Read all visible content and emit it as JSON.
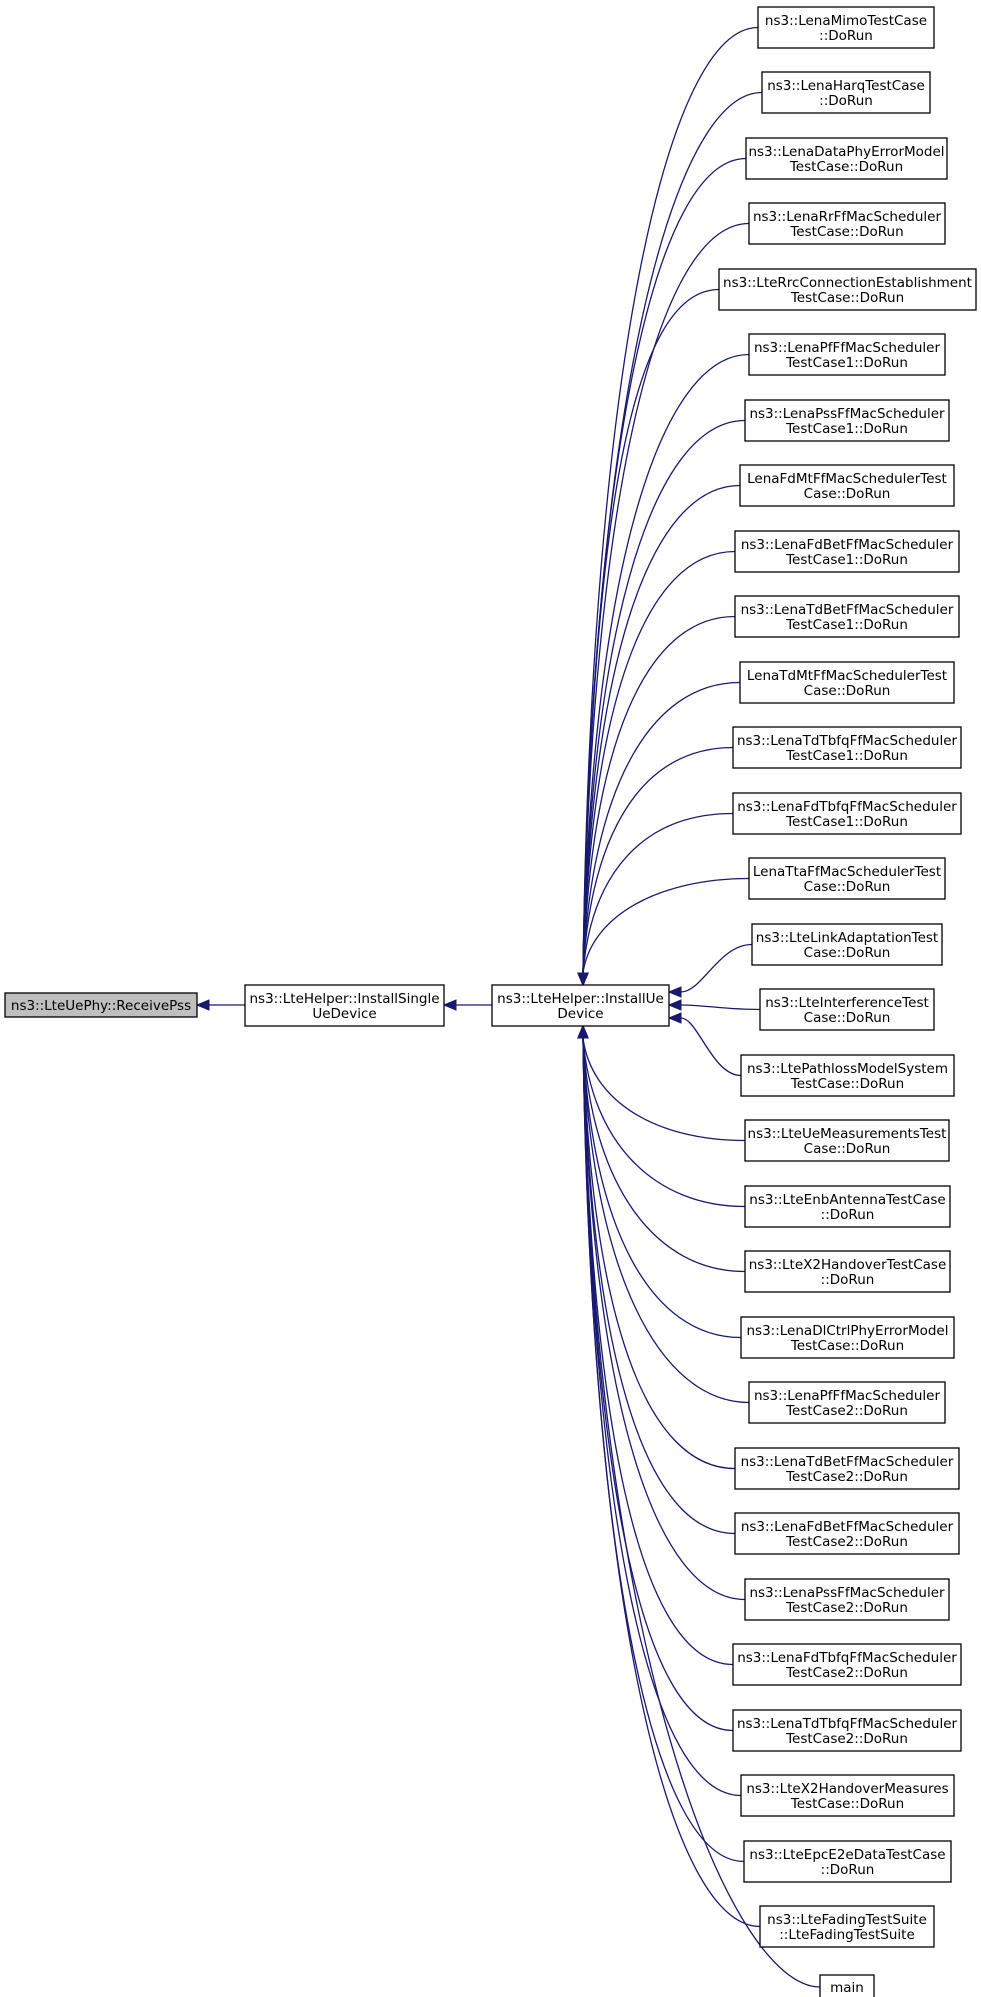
{
  "diagram": {
    "focus": {
      "id": "receive_pss",
      "lines": [
        "ns3::LteUePhy::ReceivePss"
      ]
    },
    "install_single": {
      "id": "install_single",
      "lines": [
        "ns3::LteHelper::InstallSingle",
        "UeDevice"
      ]
    },
    "install_ue": {
      "id": "install_ue",
      "lines": [
        "ns3::LteHelper::InstallUe",
        "Device"
      ]
    },
    "callers": [
      {
        "id": "c01",
        "lines": [
          "ns3::LenaMimoTestCase",
          "::DoRun"
        ]
      },
      {
        "id": "c02",
        "lines": [
          "ns3::LenaHarqTestCase",
          "::DoRun"
        ]
      },
      {
        "id": "c03",
        "lines": [
          "ns3::LenaDataPhyErrorModel",
          "TestCase::DoRun"
        ]
      },
      {
        "id": "c04",
        "lines": [
          "ns3::LenaRrFfMacScheduler",
          "TestCase::DoRun"
        ]
      },
      {
        "id": "c05",
        "lines": [
          "ns3::LteRrcConnectionEstablishment",
          "TestCase::DoRun"
        ]
      },
      {
        "id": "c06",
        "lines": [
          "ns3::LenaPfFfMacScheduler",
          "TestCase1::DoRun"
        ]
      },
      {
        "id": "c07",
        "lines": [
          "ns3::LenaPssFfMacScheduler",
          "TestCase1::DoRun"
        ]
      },
      {
        "id": "c08",
        "lines": [
          "LenaFdMtFfMacSchedulerTest",
          "Case::DoRun"
        ]
      },
      {
        "id": "c09",
        "lines": [
          "ns3::LenaFdBetFfMacScheduler",
          "TestCase1::DoRun"
        ]
      },
      {
        "id": "c10",
        "lines": [
          "ns3::LenaTdBetFfMacScheduler",
          "TestCase1::DoRun"
        ]
      },
      {
        "id": "c11",
        "lines": [
          "LenaTdMtFfMacSchedulerTest",
          "Case::DoRun"
        ]
      },
      {
        "id": "c12",
        "lines": [
          "ns3::LenaTdTbfqFfMacScheduler",
          "TestCase1::DoRun"
        ]
      },
      {
        "id": "c13",
        "lines": [
          "ns3::LenaFdTbfqFfMacScheduler",
          "TestCase1::DoRun"
        ]
      },
      {
        "id": "c14",
        "lines": [
          "LenaTtaFfMacSchedulerTest",
          "Case::DoRun"
        ]
      },
      {
        "id": "c15",
        "lines": [
          "ns3::LteLinkAdaptationTest",
          "Case::DoRun"
        ]
      },
      {
        "id": "c16",
        "lines": [
          "ns3::LteInterferenceTest",
          "Case::DoRun"
        ]
      },
      {
        "id": "c17",
        "lines": [
          "ns3::LtePathlossModelSystem",
          "TestCase::DoRun"
        ]
      },
      {
        "id": "c18",
        "lines": [
          "ns3::LteUeMeasurementsTest",
          "Case::DoRun"
        ]
      },
      {
        "id": "c19",
        "lines": [
          "ns3::LteEnbAntennaTestCase",
          "::DoRun"
        ]
      },
      {
        "id": "c20",
        "lines": [
          "ns3::LteX2HandoverTestCase",
          "::DoRun"
        ]
      },
      {
        "id": "c21",
        "lines": [
          "ns3::LenaDlCtrlPhyErrorModel",
          "TestCase::DoRun"
        ]
      },
      {
        "id": "c22",
        "lines": [
          "ns3::LenaPfFfMacScheduler",
          "TestCase2::DoRun"
        ]
      },
      {
        "id": "c23",
        "lines": [
          "ns3::LenaTdBetFfMacScheduler",
          "TestCase2::DoRun"
        ]
      },
      {
        "id": "c24",
        "lines": [
          "ns3::LenaFdBetFfMacScheduler",
          "TestCase2::DoRun"
        ]
      },
      {
        "id": "c25",
        "lines": [
          "ns3::LenaPssFfMacScheduler",
          "TestCase2::DoRun"
        ]
      },
      {
        "id": "c26",
        "lines": [
          "ns3::LenaFdTbfqFfMacScheduler",
          "TestCase2::DoRun"
        ]
      },
      {
        "id": "c27",
        "lines": [
          "ns3::LenaTdTbfqFfMacScheduler",
          "TestCase2::DoRun"
        ]
      },
      {
        "id": "c28",
        "lines": [
          "ns3::LteX2HandoverMeasures",
          "TestCase::DoRun"
        ]
      },
      {
        "id": "c29",
        "lines": [
          "ns3::LteEpcE2eDataTestCase",
          "::DoRun"
        ]
      },
      {
        "id": "c30",
        "lines": [
          "ns3::LteFadingTestSuite",
          "::LteFadingTestSuite"
        ]
      },
      {
        "id": "c31",
        "lines": [
          "main"
        ]
      }
    ],
    "colors": {
      "edge": "#191970",
      "focus_fill": "#bfbfbf",
      "node_fill": "#ffffff",
      "node_border": "#000000"
    }
  }
}
